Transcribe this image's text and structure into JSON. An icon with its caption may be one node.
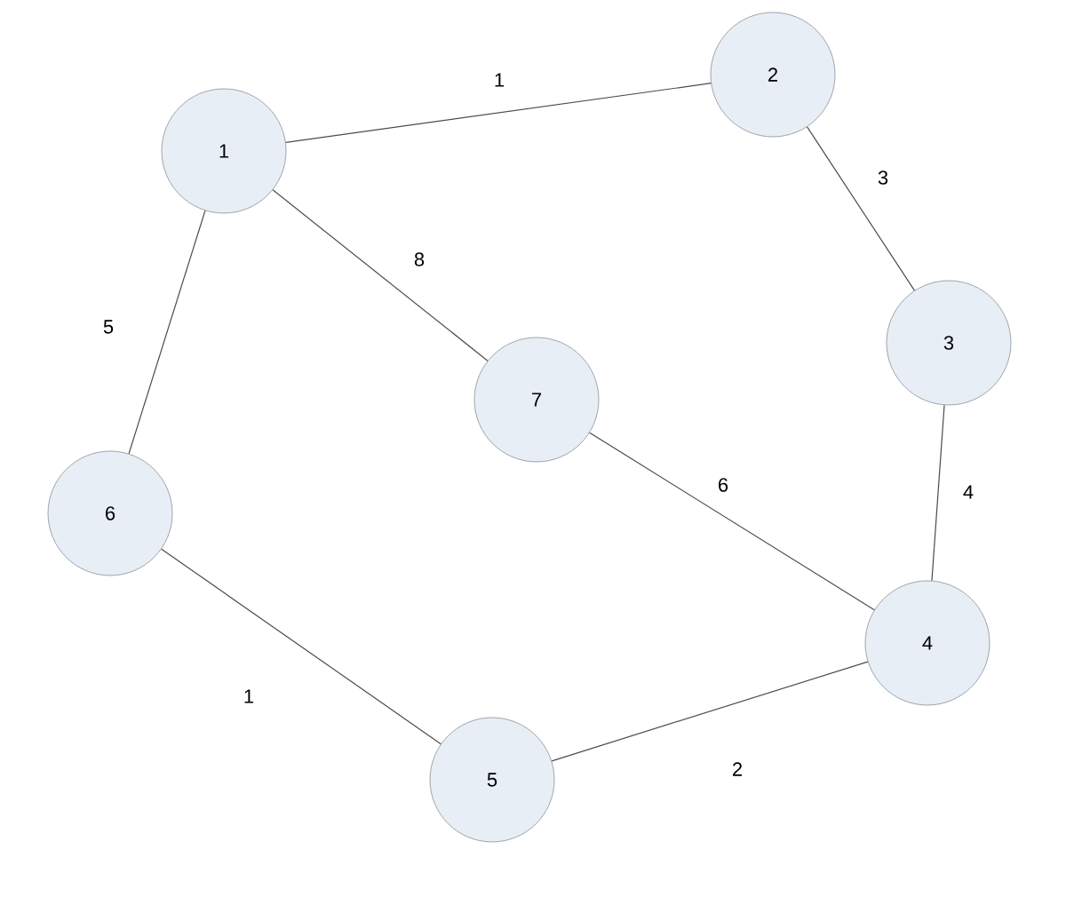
{
  "diagram": {
    "nodes": [
      {
        "text": [
          "1"
        ]
      },
      {
        "text": [
          "2"
        ]
      },
      {
        "text": [
          "3"
        ]
      },
      {
        "text": [
          "4"
        ]
      },
      {
        "text": [
          "5"
        ]
      },
      {
        "text": [
          "6"
        ]
      },
      {
        "text": [
          "7"
        ]
      }
    ],
    "edges": [
      {
        "from": 0,
        "to": 1,
        "arrow": "none",
        "label": "1"
      },
      {
        "from": 1,
        "to": 2,
        "arrow": "none",
        "label": "3"
      },
      {
        "from": 2,
        "to": 3,
        "arrow": "none",
        "label": "4"
      },
      {
        "from": 3,
        "to": 4,
        "arrow": "none",
        "label": "2"
      },
      {
        "from": 4,
        "to": 5,
        "arrow": "none",
        "label": "1"
      },
      {
        "from": 5,
        "to": 0,
        "arrow": "none",
        "label": "5"
      },
      {
        "from": 0,
        "to": 6,
        "arrow": "none",
        "label": "8"
      },
      {
        "from": 6,
        "to": 3,
        "arrow": "none",
        "label": "6"
      }
    ]
  }
}
